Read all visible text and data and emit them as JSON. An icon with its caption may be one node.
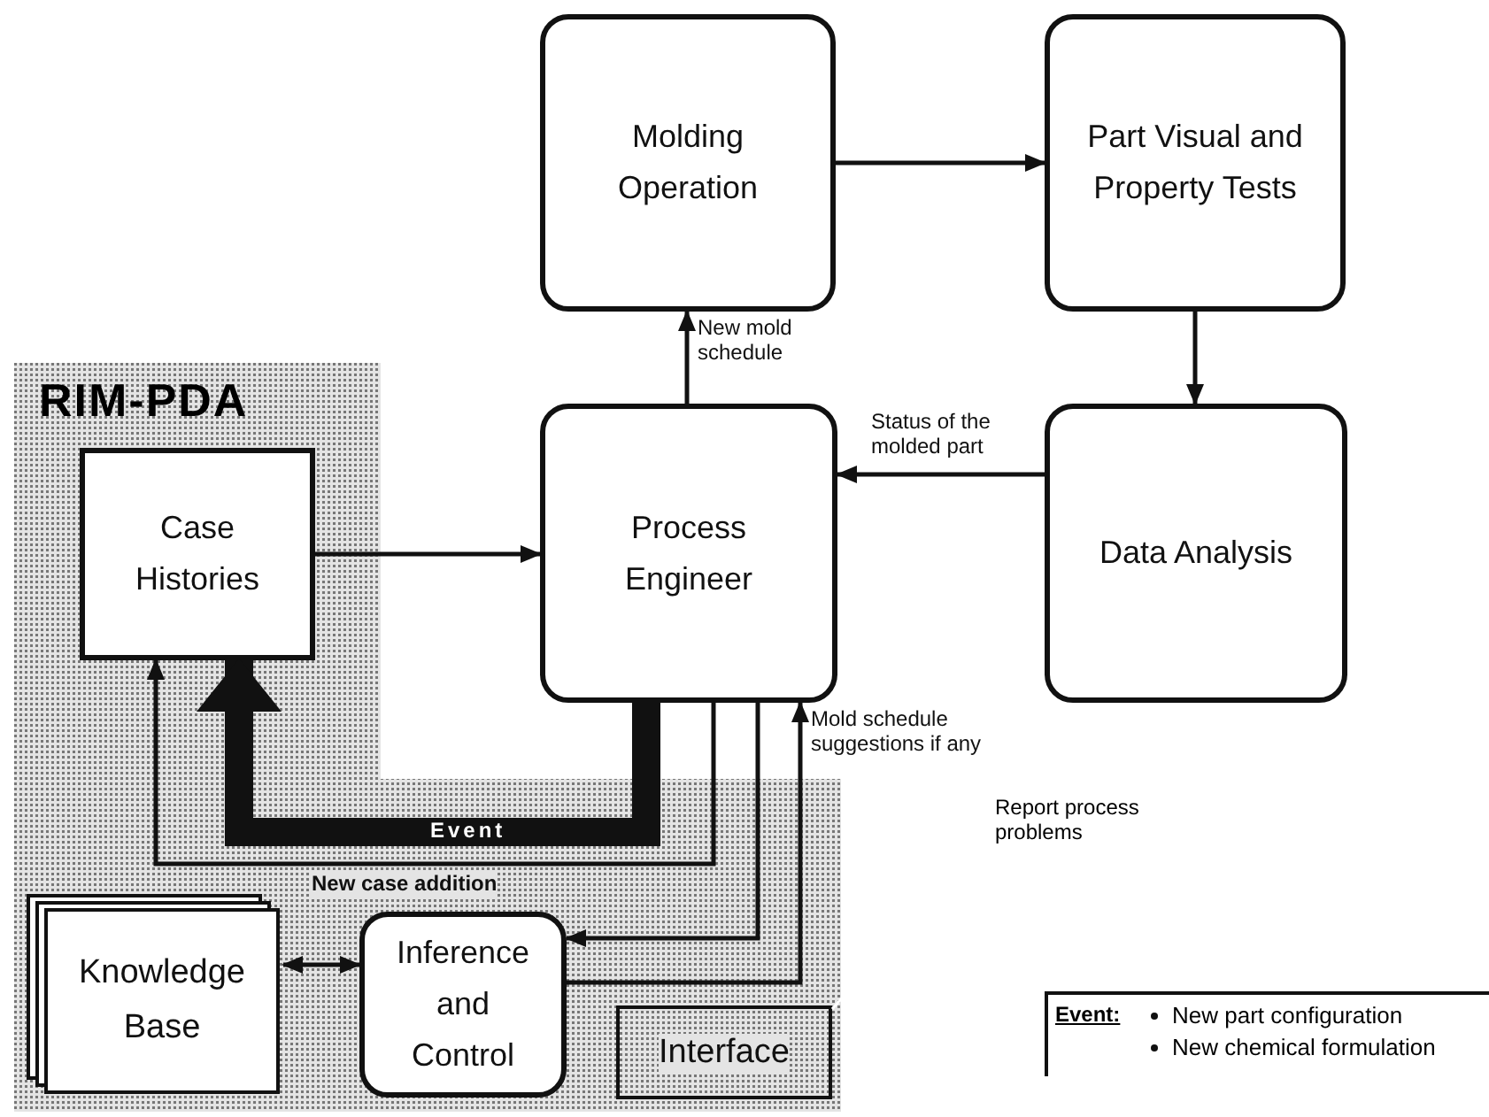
{
  "diagram": {
    "nodes": [
      {
        "text": [
          "Molding Operation"
        ]
      },
      {
        "text": [
          "Part Visual and Property Tests"
        ]
      },
      {
        "text": [
          "Process Engineer"
        ]
      },
      {
        "text": [
          "Data Analysis"
        ]
      },
      {
        "text": [
          "RIM-PDA"
        ]
      },
      {
        "text": [
          "Case Histories"
        ],
        "in": 4
      },
      {
        "text": [
          "Knowledge Base"
        ],
        "in": 4
      },
      {
        "text": [
          "Inference and Control"
        ],
        "in": 4
      },
      {
        "text": [
          "Interface"
        ],
        "in": 4
      },
      {
        "text": [
          "Report process problems"
        ]
      },
      {
        "text": [
          "Event:",
          "New part configuration",
          "New chemical formulation"
        ]
      }
    ],
    "edges": [
      {
        "from": 0,
        "to": 1,
        "arrow": "to"
      },
      {
        "from": 1,
        "to": 3,
        "arrow": "to"
      },
      {
        "from": 3,
        "to": 2,
        "arrow": "to",
        "label": "Status of the molded part"
      },
      {
        "from": 2,
        "to": 0,
        "arrow": "to",
        "label": "New mold schedule"
      },
      {
        "from": 5,
        "to": 2,
        "arrow": "to"
      },
      {
        "from": 2,
        "to": 5,
        "arrow": "to",
        "label": "Event",
        "style": "thick"
      },
      {
        "from": 2,
        "to": 5,
        "arrow": "to",
        "label": "New case addition"
      },
      {
        "from": 2,
        "to": 7,
        "arrow": "to"
      },
      {
        "from": 7,
        "to": 2,
        "arrow": "to",
        "label": "Mold schedule suggestions if any"
      },
      {
        "from": 6,
        "to": 7,
        "arrow": "both"
      },
      {
        "from": 9,
        "to": 8,
        "arrow": "none",
        "color": "#ffffff"
      }
    ]
  }
}
